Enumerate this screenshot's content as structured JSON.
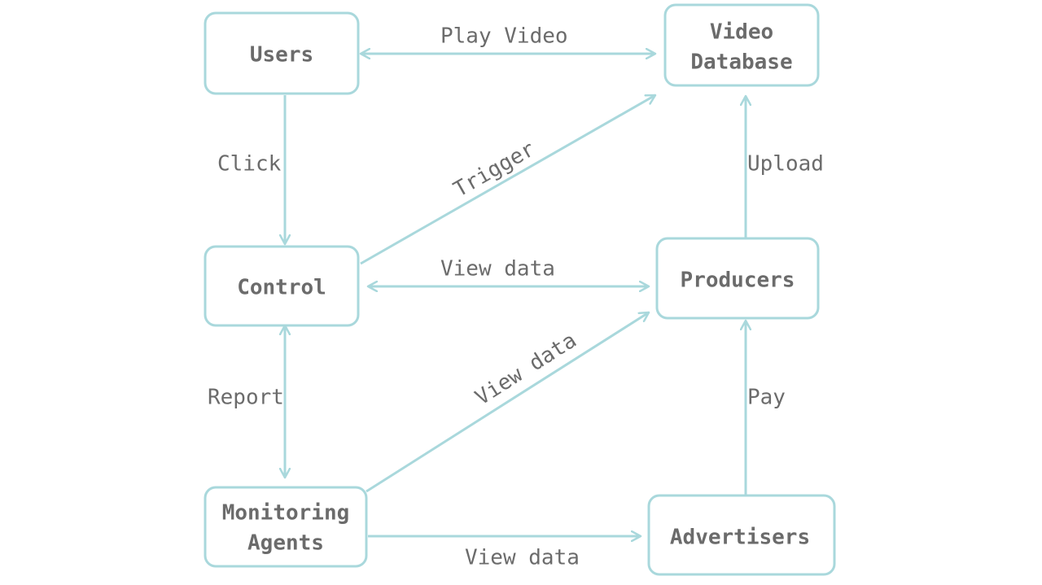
{
  "colors": {
    "stroke": "#a9d8dc",
    "text": "#6b6b6b",
    "background": "#ffffff"
  },
  "nodes": {
    "users": {
      "lines": [
        "Users"
      ]
    },
    "video_database": {
      "lines": [
        "Video",
        "Database"
      ]
    },
    "control": {
      "lines": [
        "Control"
      ]
    },
    "producers": {
      "lines": [
        "Producers"
      ]
    },
    "monitoring_agents": {
      "lines": [
        "Monitoring",
        "Agents"
      ]
    },
    "advertisers": {
      "lines": [
        "Advertisers"
      ]
    }
  },
  "edges": {
    "play_video": {
      "label": "Play Video",
      "from": "Users",
      "to": "Video Database",
      "direction": "both"
    },
    "click": {
      "label": "Click",
      "from": "Users",
      "to": "Control",
      "direction": "forward"
    },
    "trigger": {
      "label": "Trigger",
      "from": "Control",
      "to": "Video Database",
      "direction": "forward"
    },
    "upload": {
      "label": "Upload",
      "from": "Producers",
      "to": "Video Database",
      "direction": "forward"
    },
    "view_data_control_producers": {
      "label": "View data",
      "from": "Control",
      "to": "Producers",
      "direction": "both"
    },
    "report": {
      "label": "Report",
      "from": "Monitoring Agents",
      "to": "Control",
      "direction": "both"
    },
    "view_data_monitoring_producers": {
      "label": "View data",
      "from": "Monitoring Agents",
      "to": "Producers",
      "direction": "forward"
    },
    "pay": {
      "label": "Pay",
      "from": "Advertisers",
      "to": "Producers",
      "direction": "forward"
    },
    "view_data_monitoring_advertisers": {
      "label": "View data",
      "from": "Monitoring Agents",
      "to": "Advertisers",
      "direction": "forward"
    }
  }
}
